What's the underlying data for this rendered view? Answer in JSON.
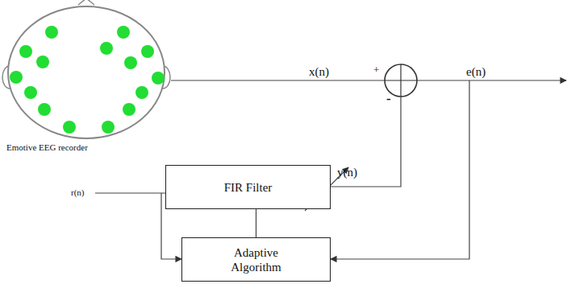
{
  "diagram": {
    "nodes": [
      {
        "text": [
          "FIR Filter"
        ]
      },
      {
        "text": [
          "Adaptive Algorithm"
        ]
      }
    ],
    "edges": [
      {
        "from": 1,
        "to": 0,
        "arrow": "none"
      }
    ],
    "labels": [
      "Emotive EEG recorder",
      "x(n)",
      "+",
      "-",
      "e(n)",
      "y(n)",
      "r(n)"
    ]
  }
}
